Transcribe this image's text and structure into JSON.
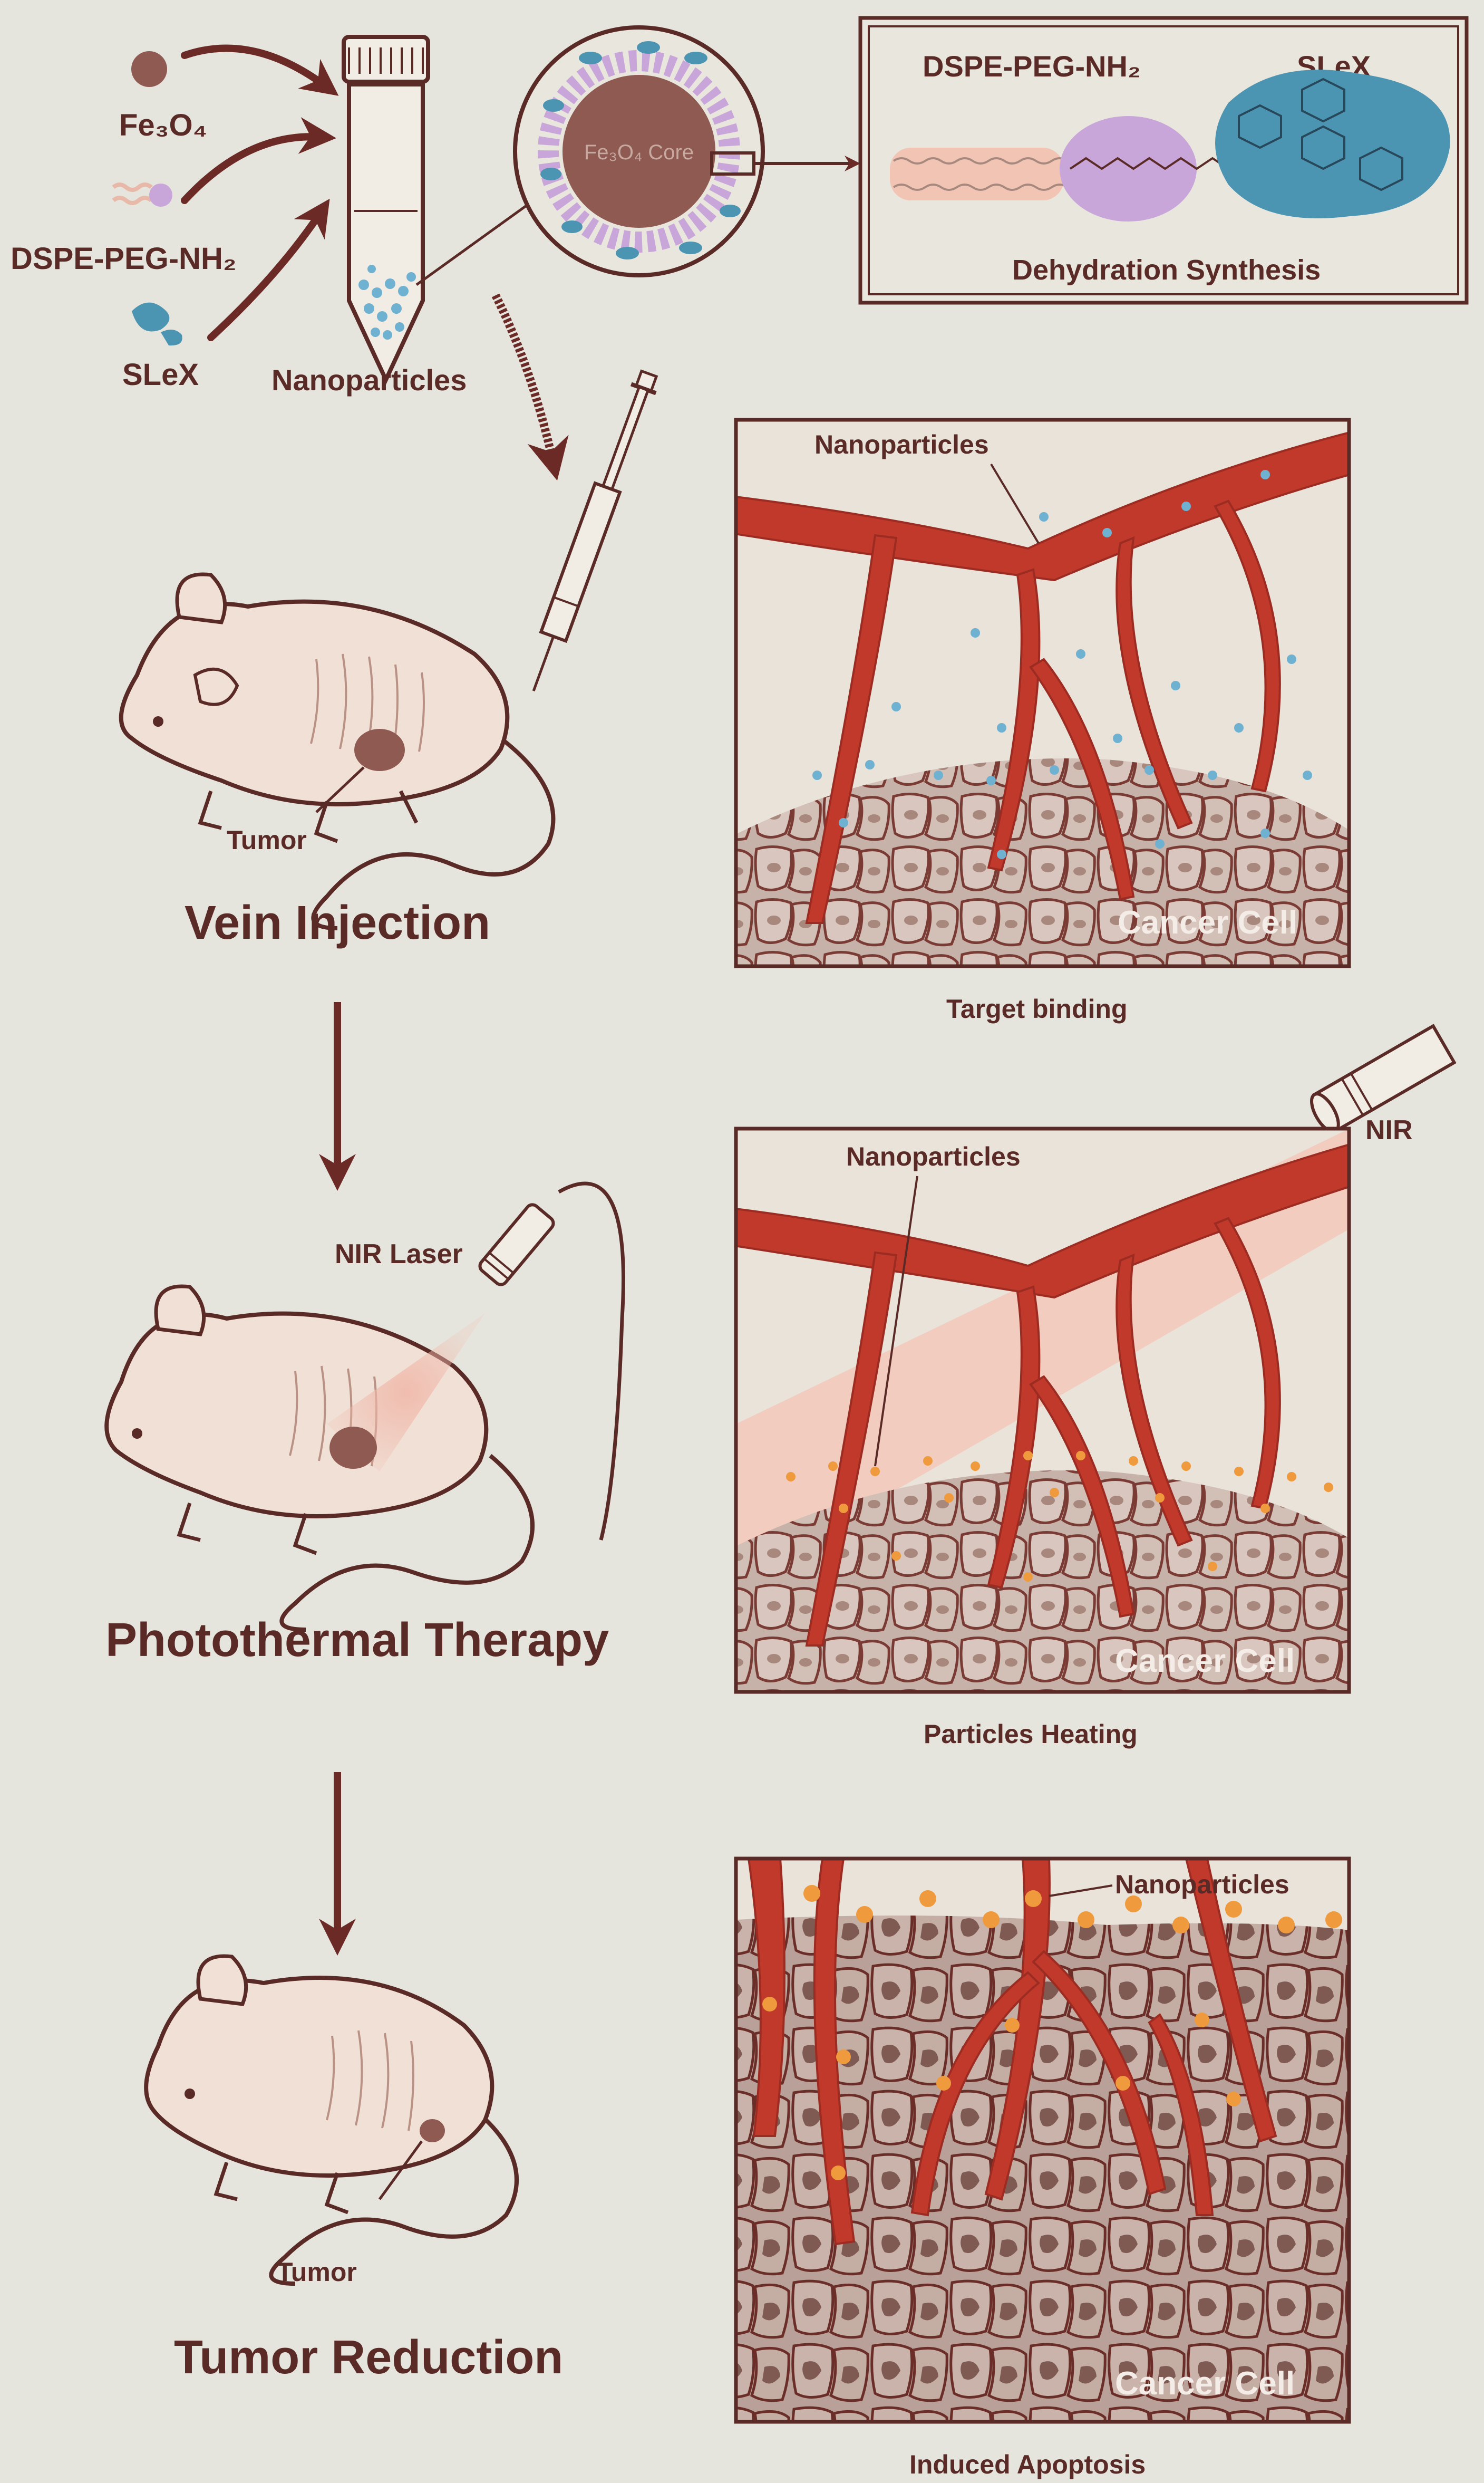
{
  "synthesis": {
    "reagent_fe3o4": "Fe₃O₄",
    "reagent_dspe": "DSPE-PEG-NH₂",
    "reagent_slex": "SLeX",
    "tube_label": "Nanoparticles",
    "core_label": "Fe₃O₄ Core",
    "box_dspe_label": "DSPE-PEG-NH₂",
    "box_slex_label": "SLeX",
    "box_caption": "Dehydration Synthesis"
  },
  "step1": {
    "title": "Vein Injection",
    "tumor_label": "Tumor",
    "panel_nanoparticles": "Nanoparticles",
    "panel_cell": "Cancer Cell",
    "panel_caption": "Target binding"
  },
  "step2": {
    "title": "Photothermal Therapy",
    "laser_label": "NIR Laser",
    "nir_label": "NIR",
    "panel_nanoparticles": "Nanoparticles",
    "panel_cell": "Cancer Cell",
    "panel_caption": "Particles Heating"
  },
  "step3": {
    "title": "Tumor Reduction",
    "tumor_label": "Tumor",
    "panel_nanoparticles": "Nanoparticles",
    "panel_cell": "Cancer Cell",
    "panel_caption": "Induced Apoptosis"
  },
  "colors": {
    "background": "#e6e5dd",
    "outline": "#5a2a27",
    "vessel": "#c0392b",
    "particle_blue": "#6fb1d1",
    "particle_orange": "#ef9a3d",
    "slex_blue": "#4c95b2",
    "peg_purple": "#c9a6da",
    "mouse_skin": "#f1e0d6"
  }
}
